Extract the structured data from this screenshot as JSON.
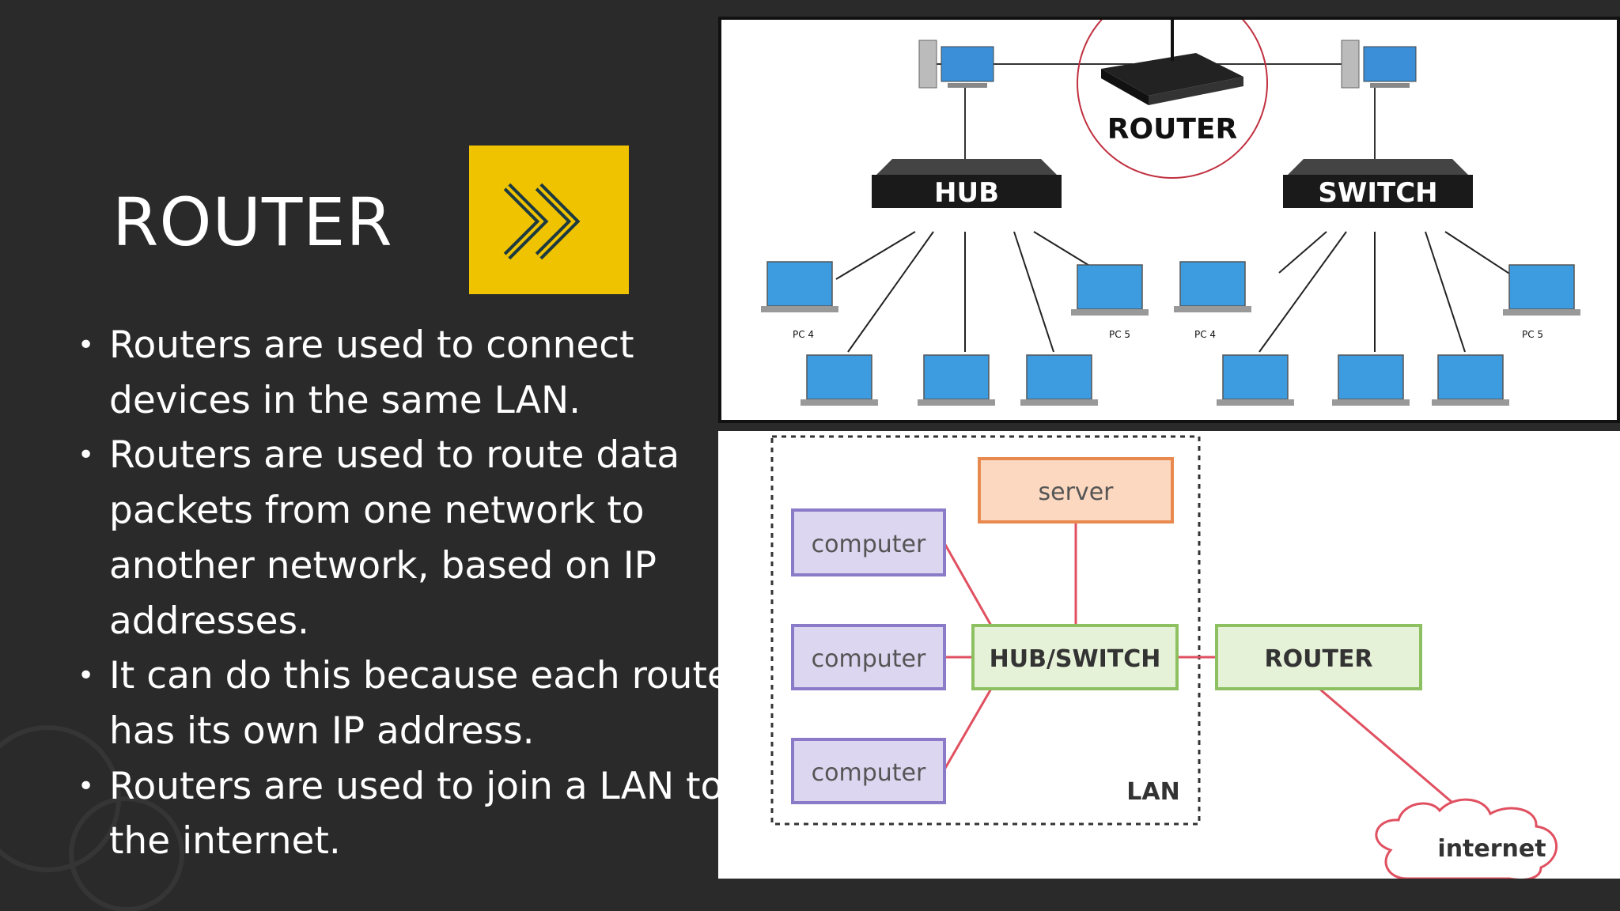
{
  "slide": {
    "title": "ROUTER",
    "accent_color": "#f0c300",
    "arrow_icon": "double-chevron-right-icon",
    "bullets": [
      {
        "lines": [
          "Routers are used to connect",
          "devices in the same LAN."
        ]
      },
      {
        "lines": [
          "Routers are used to route data",
          "packets from one network to",
          "another network, based on IP",
          "addresses."
        ]
      },
      {
        "lines": [
          "It can do this because each router",
          "has its own IP address."
        ]
      },
      {
        "lines": [
          "Routers are used to join a LAN to",
          "the internet."
        ]
      }
    ]
  },
  "diagram_top": {
    "router_label": "ROUTER",
    "hub_label": "HUB",
    "switch_label": "SWITCH",
    "pc_labels": [
      "PC 4",
      "PC 5",
      "PC 4",
      "PC 5"
    ]
  },
  "diagram_bottom": {
    "server_label": "server",
    "computer_labels": [
      "computer",
      "computer",
      "computer"
    ],
    "hub_switch_label": "HUB/SWITCH",
    "router_label": "ROUTER",
    "lan_label": "LAN",
    "internet_label": "internet"
  }
}
